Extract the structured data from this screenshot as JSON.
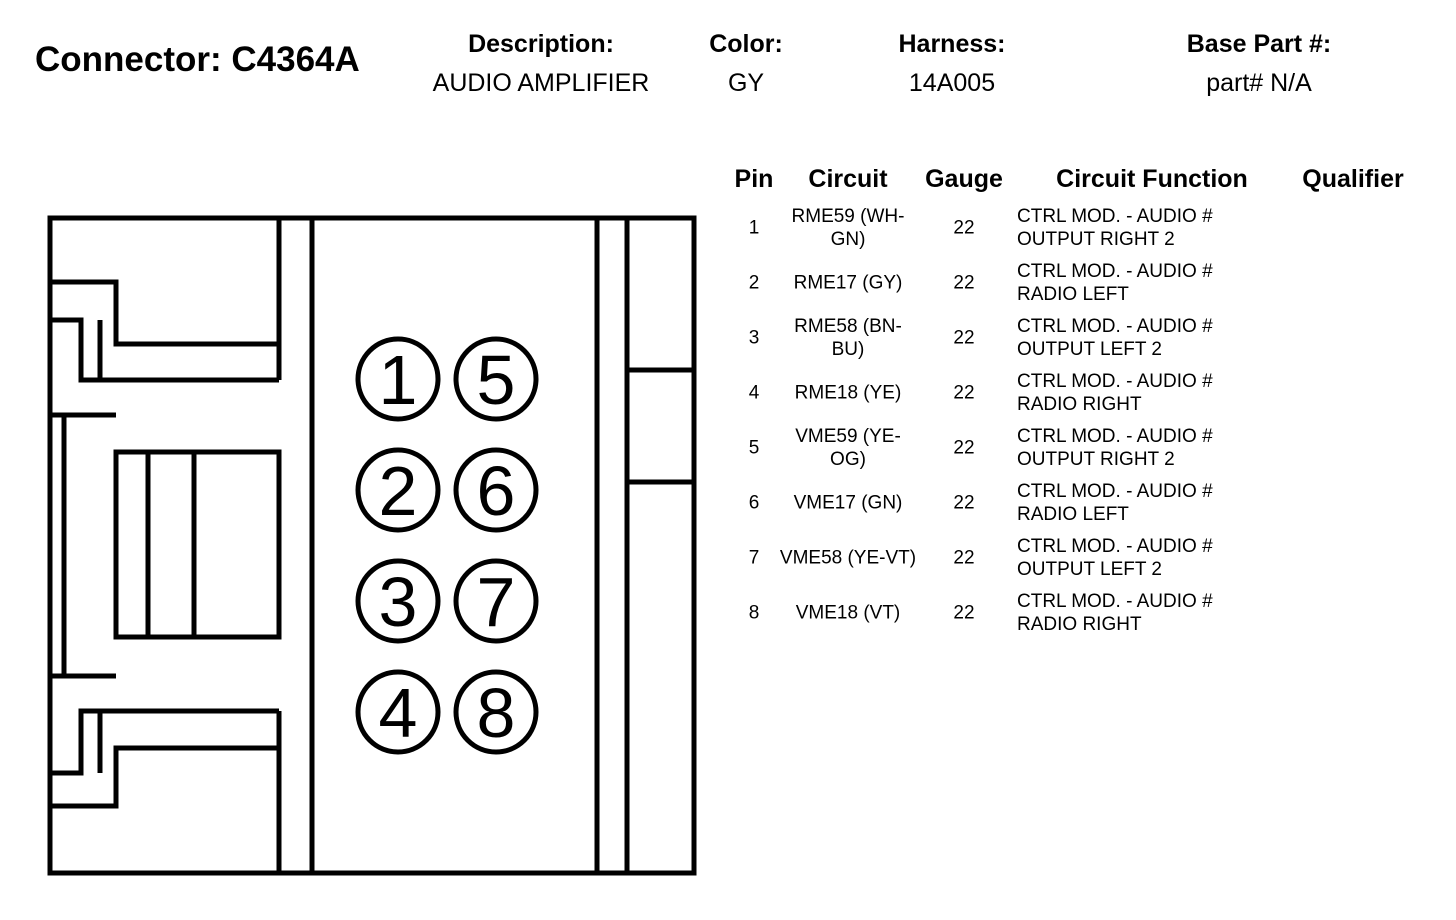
{
  "connector": {
    "title": "Connector: C4364A"
  },
  "header": {
    "description": {
      "label": "Description:",
      "value": "AUDIO AMPLIFIER"
    },
    "color": {
      "label": "Color:",
      "value": "GY"
    },
    "harness": {
      "label": "Harness:",
      "value": "14A005"
    },
    "base_part": {
      "label": "Base Part #:",
      "value": "part# N/A"
    }
  },
  "diagram": {
    "pins": [
      {
        "label": "1",
        "column": 1,
        "row": 1
      },
      {
        "label": "2",
        "column": 1,
        "row": 2
      },
      {
        "label": "3",
        "column": 1,
        "row": 3
      },
      {
        "label": "4",
        "column": 1,
        "row": 4
      },
      {
        "label": "5",
        "column": 2,
        "row": 1
      },
      {
        "label": "6",
        "column": 2,
        "row": 2
      },
      {
        "label": "7",
        "column": 2,
        "row": 3
      },
      {
        "label": "8",
        "column": 2,
        "row": 4
      }
    ]
  },
  "table": {
    "columns": [
      "Pin",
      "Circuit",
      "Gauge",
      "Circuit Function",
      "Qualifier"
    ],
    "rows": [
      {
        "pin": "1",
        "circuit": "RME59 (WH-GN)",
        "gauge": "22",
        "function": "CTRL MOD. - AUDIO # OUTPUT RIGHT 2",
        "qualifier": ""
      },
      {
        "pin": "2",
        "circuit": "RME17 (GY)",
        "gauge": "22",
        "function": "CTRL MOD. - AUDIO # RADIO LEFT",
        "qualifier": ""
      },
      {
        "pin": "3",
        "circuit": "RME58 (BN-BU)",
        "gauge": "22",
        "function": "CTRL MOD. - AUDIO # OUTPUT LEFT 2",
        "qualifier": ""
      },
      {
        "pin": "4",
        "circuit": "RME18 (YE)",
        "gauge": "22",
        "function": "CTRL MOD. - AUDIO # RADIO RIGHT",
        "qualifier": ""
      },
      {
        "pin": "5",
        "circuit": "VME59 (YE-OG)",
        "gauge": "22",
        "function": "CTRL MOD. - AUDIO # OUTPUT RIGHT 2",
        "qualifier": ""
      },
      {
        "pin": "6",
        "circuit": "VME17 (GN)",
        "gauge": "22",
        "function": "CTRL MOD. - AUDIO # RADIO LEFT",
        "qualifier": ""
      },
      {
        "pin": "7",
        "circuit": "VME58 (YE-VT)",
        "gauge": "22",
        "function": "CTRL MOD. - AUDIO # OUTPUT LEFT 2",
        "qualifier": ""
      },
      {
        "pin": "8",
        "circuit": "VME18 (VT)",
        "gauge": "22",
        "function": "CTRL MOD. - AUDIO # RADIO RIGHT",
        "qualifier": ""
      }
    ]
  }
}
